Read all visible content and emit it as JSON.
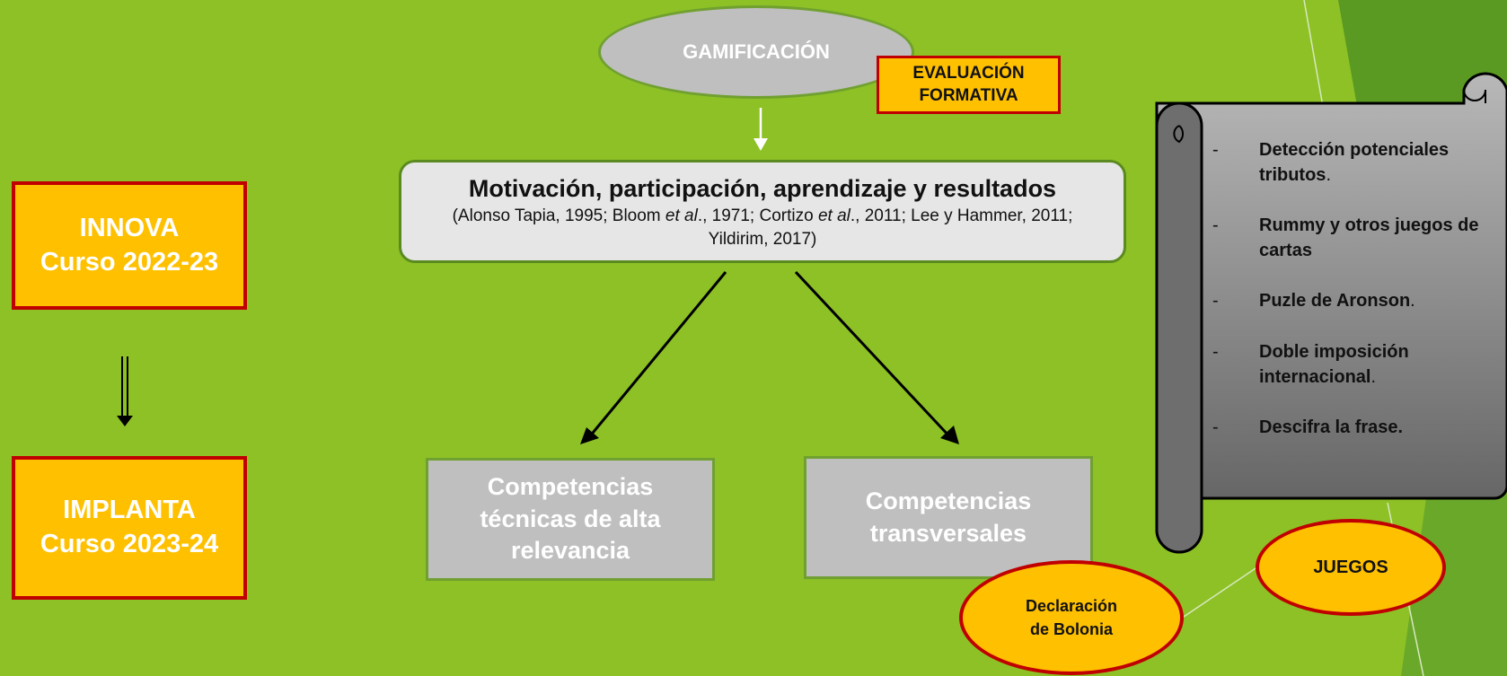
{
  "colors": {
    "background": "#8dc125",
    "dark_green": "#4f8a1f",
    "yellow_fill": "#ffc000",
    "red_border": "#c00000",
    "gray_fill": "#bfbfbf",
    "scroll_fill": "#808080"
  },
  "left": {
    "innova": {
      "line1": "INNOVA",
      "line2": "Curso 2022-23"
    },
    "implanta": {
      "line1": "IMPLANTA",
      "line2": "Curso 2023-24"
    }
  },
  "center": {
    "gamificacion": "GAMIFICACIÓN",
    "evaluacion": {
      "line1": "EVALUACIÓN",
      "line2": "FORMATIVA"
    },
    "main_box": {
      "title": "Motivación, participación, aprendizaje y resultados",
      "refs_1": "(Alonso Tapia, 1995; Bloom ",
      "refs_etal_1": "et al",
      "refs_2": "., 1971; Cortizo ",
      "refs_etal_2": "et al",
      "refs_3": "., 2011; Lee y Hammer, 2011; Yildirim, 2017)"
    },
    "comp_tecnicas": "Competencias técnicas de alta relevancia",
    "comp_transversales": "Competencias transversales"
  },
  "scroll": {
    "items": [
      {
        "dash": "-",
        "bold": "Detección potenciales tributos",
        "tail": "."
      },
      {
        "dash": "-",
        "bold": "Rummy y otros juegos de cartas",
        "tail": ""
      },
      {
        "dash": "-",
        "bold": "Puzle de Aronson",
        "tail": "."
      },
      {
        "dash": "-",
        "bold": "Doble imposición internacional",
        "tail": "."
      },
      {
        "dash": "-",
        "bold": "Descifra la frase",
        "tail": "."
      }
    ]
  },
  "juegos": "JUEGOS",
  "bolonia": {
    "line1": "Declaración",
    "line2": "de Bolonia"
  }
}
